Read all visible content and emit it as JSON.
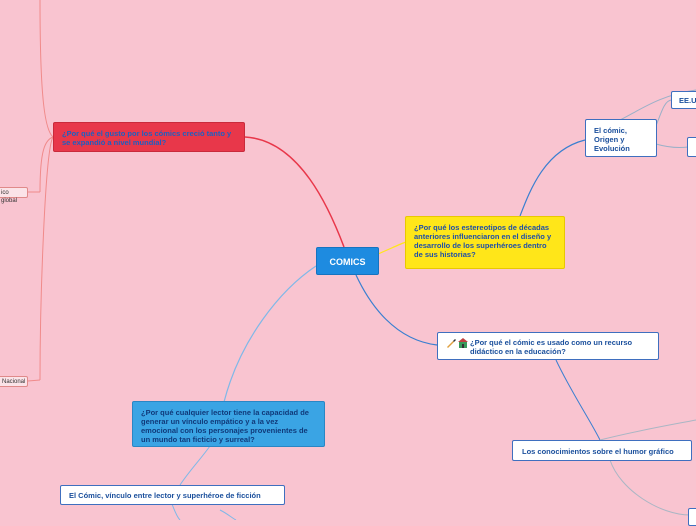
{
  "center": {
    "label": "COMICS"
  },
  "nodes": {
    "red_question": "¿Por qué el gusto por los cómics creció tanto y se expandió a nivel mundial?",
    "yellow_question": "¿Por qué los estereotipos de décadas anteriores influenciaron en el diseño y desarrollo de los superhéroes dentro de sus historias?",
    "education_question": "¿Por qué el cómic es usado como un recurso didáctico en la educación?",
    "origin": "El cómic, Origen y Evolución",
    "usa": "EE.U",
    "humor": "Los conocimientos sobre el humor gráfico",
    "blue_question": "¿Por qué cualquier lector tiene la capacidad de generar un vínculo empático y a la vez emocional con los personajes provenientes de un mundo tan ficticio y surreal?",
    "link_node": "El Cómic, vínculo entre lector y superhéroe de ficción",
    "left_global": "ico global",
    "left_national": "Nacional"
  },
  "icons": [
    "writing-hand-icon",
    "school-icon"
  ],
  "colors": {
    "background": "#f9c4d0",
    "red_branch": "#e8374a",
    "blue_branch": "#3a7fd0",
    "light_blue_branch": "#7fb8e8",
    "yellow_branch": "#ffe619"
  }
}
